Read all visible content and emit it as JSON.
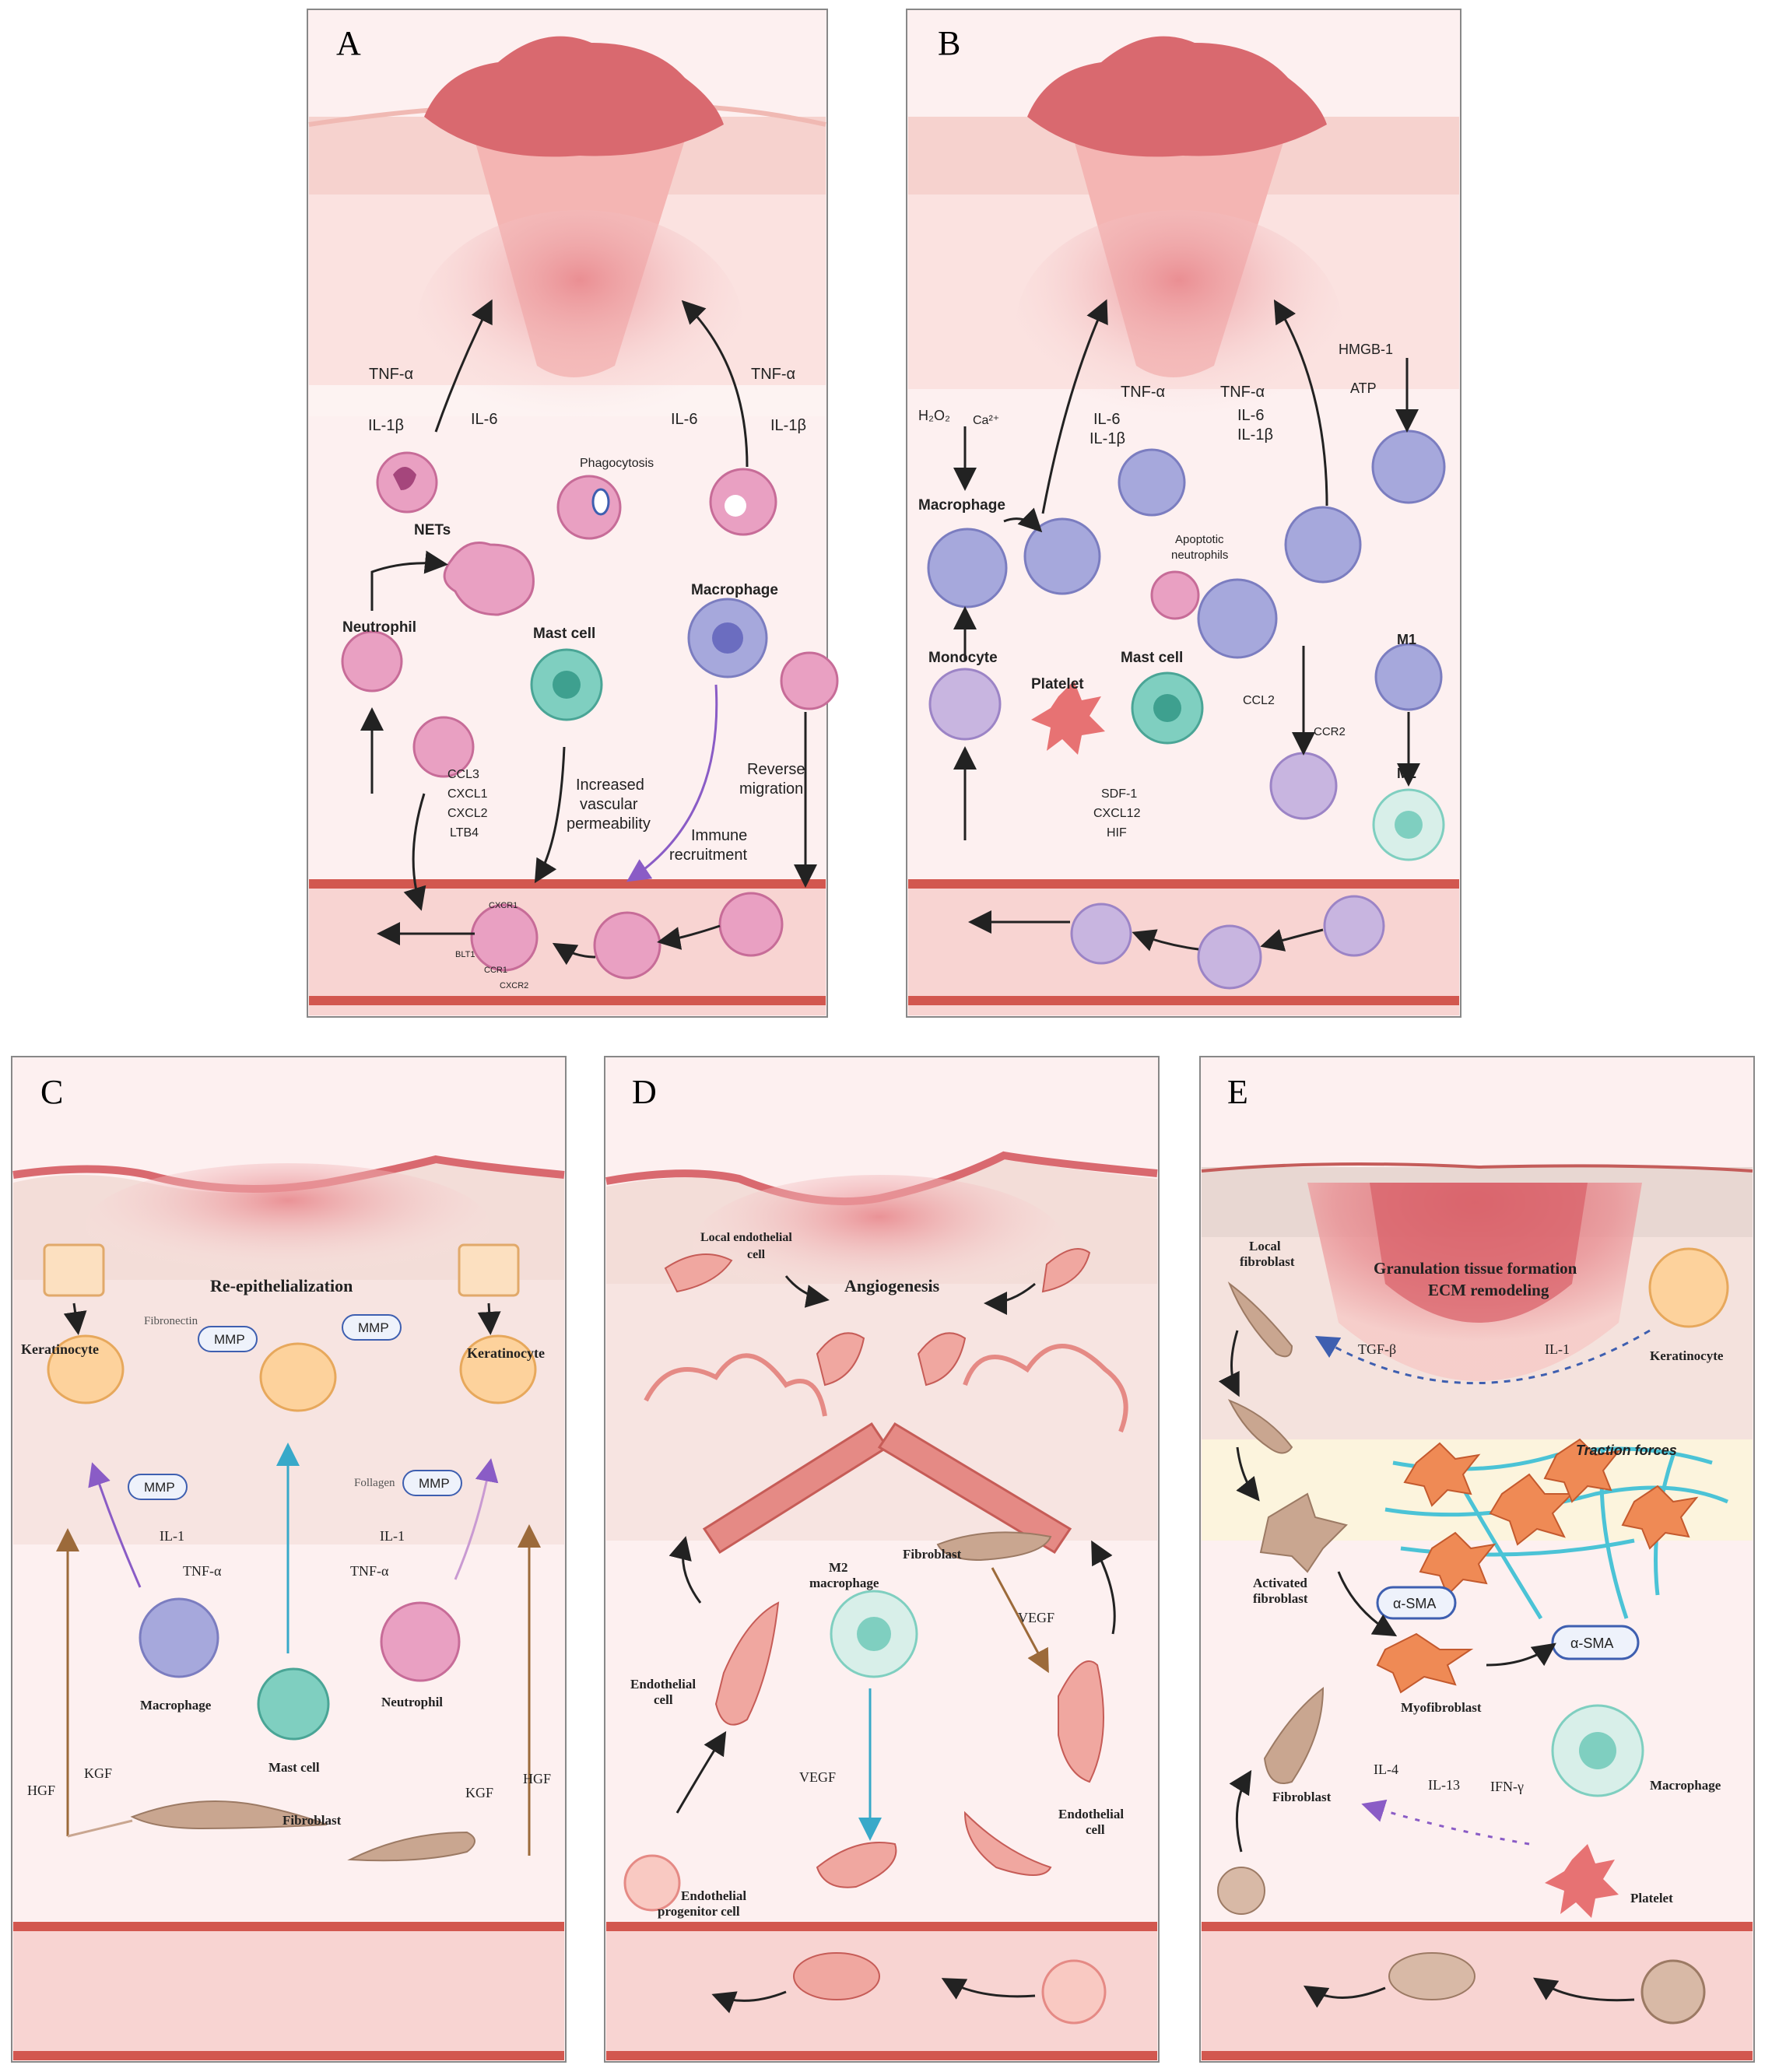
{
  "panels": {
    "A": {
      "letter": "A",
      "labels": {
        "tnf_left": "TNF-α",
        "il1b_left": "IL-1β",
        "il6_left": "IL-6",
        "tnf_right": "TNF-α",
        "il6_right": "IL-6",
        "il1b_right": "IL-1β",
        "nets": "NETs",
        "phagocytosis": "Phagocytosis",
        "neutrophil": "Neutrophil",
        "mast_cell": "Mast cell",
        "macrophage": "Macrophage",
        "ccl3": "CCL3",
        "cxcl1": "CXCL1",
        "cxcl2": "CXCL2",
        "ltb4": "LTB4",
        "increased": "Increased",
        "vascular": "vascular",
        "permeability": "permeability",
        "immune": "Immune",
        "recruitment": "recruitment",
        "reverse": "Reverse",
        "migration": "migration",
        "cxcr1": "CXCR1",
        "blt1": "BLT1",
        "ccr1": "CCR1",
        "cxcr2": "CXCR2"
      }
    },
    "B": {
      "letter": "B",
      "labels": {
        "h2o2": "H₂O₂",
        "ca": "Ca²⁺",
        "tnf1": "TNF-α",
        "il6_1": "IL-6",
        "il1b_1": "IL-1β",
        "tnf2": "TNF-α",
        "il6_2": "IL-6",
        "il1b_2": "IL-1β",
        "hmgb1": "HMGB-1",
        "atp": "ATP",
        "macrophage": "Macrophage",
        "apoptotic": "Apoptotic",
        "neutrophils": "neutrophils",
        "monocyte": "Monocyte",
        "platelet": "Platelet",
        "mast_cell": "Mast cell",
        "ccl2": "CCL2",
        "ccr2": "CCR2",
        "m1": "M1",
        "m2": "M2",
        "sdf1": "SDF-1",
        "cxcl12": "CXCL12",
        "hif": "HIF"
      }
    },
    "C": {
      "letter": "C",
      "labels": {
        "title": "Re-epithelialization",
        "keratinocyte_left": "Keratinocyte",
        "keratinocyte_right": "Keratinocyte",
        "fibronectin": "Fibronectin",
        "mmp1": "MMP",
        "mmp2": "MMP",
        "mmp3": "MMP",
        "mmp4": "MMP",
        "follagen": "Follagen",
        "il1_left": "IL-1",
        "il1_right": "IL-1",
        "tnf_left": "TNF-α",
        "tnf_right": "TNF-α",
        "macrophage": "Macrophage",
        "mast_cell": "Mast cell",
        "neutrophil": "Neutrophil",
        "hgf_left": "HGF",
        "kgf_left": "KGF",
        "kgf_right": "KGF",
        "hgf_right": "HGF",
        "fibroblast": "Fibroblast"
      }
    },
    "D": {
      "letter": "D",
      "labels": {
        "local_endo_1": "Local endothelial",
        "local_endo_2": "cell",
        "title": "Angiogenesis",
        "m2_1": "M2",
        "m2_2": "macrophage",
        "fibroblast": "Fibroblast",
        "vegf_right": "VEGF",
        "endo_left_1": "Endothelial",
        "endo_left_2": "cell",
        "vegf_mid": "VEGF",
        "endo_right_1": "Endothelial",
        "endo_right_2": "cell",
        "epc_1": "Endothelial",
        "epc_2": "progenitor cell"
      }
    },
    "E": {
      "letter": "E",
      "labels": {
        "title1": "Granulation tissue formation",
        "title2": "ECM remodeling",
        "local_fib_1": "Local",
        "local_fib_2": "fibroblast",
        "tgfb": "TGF-β",
        "il1": "IL-1",
        "keratinocyte": "Keratinocyte",
        "traction": "Traction forces",
        "activated_1": "Activated",
        "activated_2": "fibroblast",
        "asma1": "α-SMA",
        "asma2": "α-SMA",
        "myofibroblast": "Myofibroblast",
        "fibroblast": "Fibroblast",
        "il4": "IL-4",
        "il13": "IL-13",
        "ifng": "IFN-γ",
        "macrophage": "Macrophage",
        "platelet": "Platelet"
      }
    }
  },
  "colors": {
    "wound": "#d9696f",
    "skin_top": "#f3c8c3",
    "dermis": "#fbe9e8",
    "vessel": "#f2b8b5",
    "endothelium": "#d2574f",
    "neutrophil": "#e9a0c2",
    "macrophage": "#a6a8dc",
    "mast_cell": "#7fcfc0",
    "fibroblast": "#c9a690",
    "myofibroblast": "#ef8a55",
    "collagen": "#4bc3d6"
  }
}
